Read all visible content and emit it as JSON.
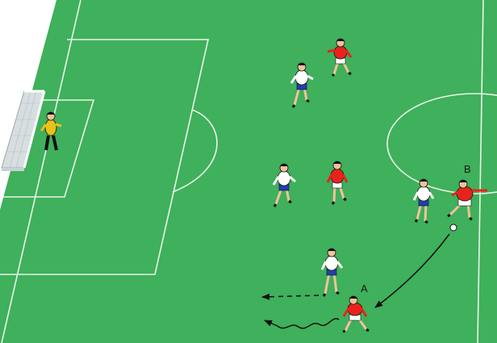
{
  "diagram": {
    "labels": {
      "a": "A",
      "b": "B"
    },
    "colors": {
      "pitch": "#3fb05b",
      "pitch_line": "#e8f5e8",
      "team_red": "#e8231d",
      "team_white": "#ffffff",
      "shorts_blue": "#1f3fb0",
      "goalkeeper": "#e6c21a",
      "skin": "#f2c29a",
      "outline": "#111111"
    },
    "icons": [
      "goal-net",
      "goalkeeper",
      "player-red",
      "player-white",
      "ball",
      "pass-arrow",
      "run-arrow",
      "dribble-arrow"
    ]
  }
}
